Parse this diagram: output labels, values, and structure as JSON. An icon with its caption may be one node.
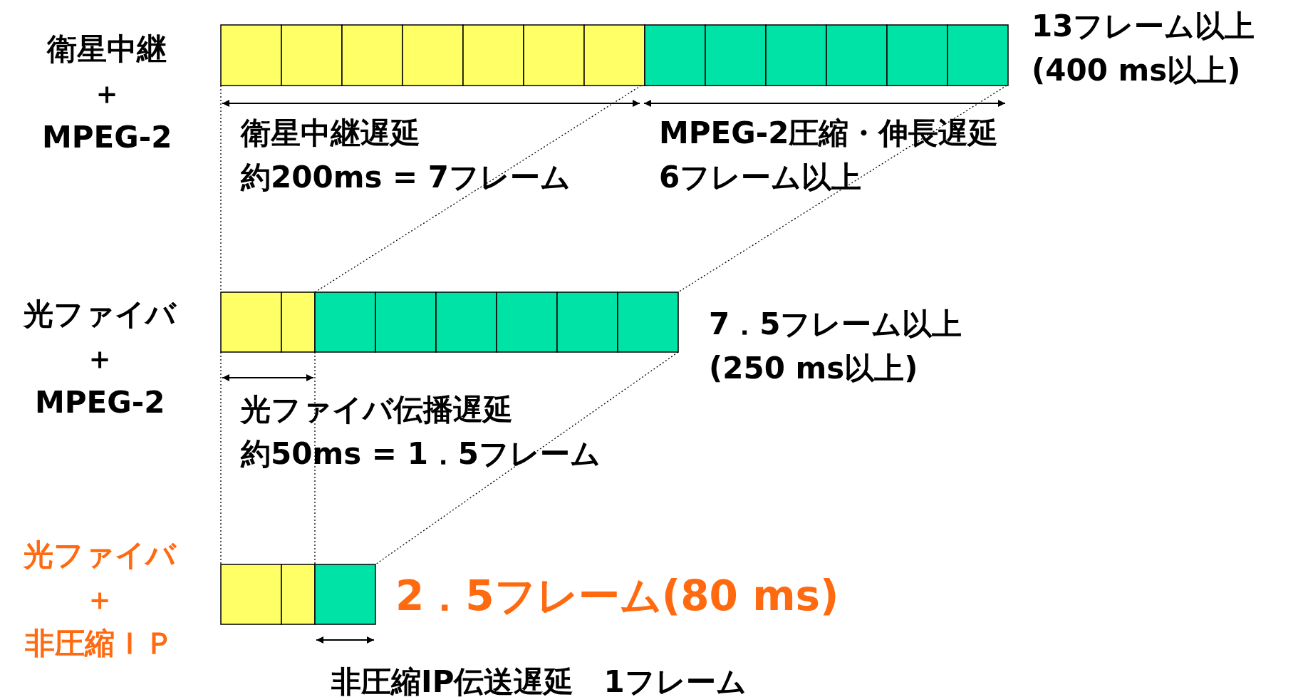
{
  "diagram": {
    "labels": [
      "衛星中継",
      "＋",
      "MPEG-2",
      "13フレーム以上",
      "(400 ms以上)",
      "衛星中継遅延",
      "約200ms = 7フレーム",
      "MPEG-2圧縮・伸長遅延",
      "6フレーム以上",
      "光ファイバ",
      "＋",
      "MPEG-2",
      "7．5フレーム以上",
      "(250 ms以上)",
      "光ファイバ伝播遅延",
      "約50ms = 1．5フレーム",
      "光ファイバ",
      "＋",
      "非圧縮ＩＰ",
      "2．5フレーム(80 ms)",
      "非圧縮IP伝送遅延　1フレーム"
    ]
  }
}
